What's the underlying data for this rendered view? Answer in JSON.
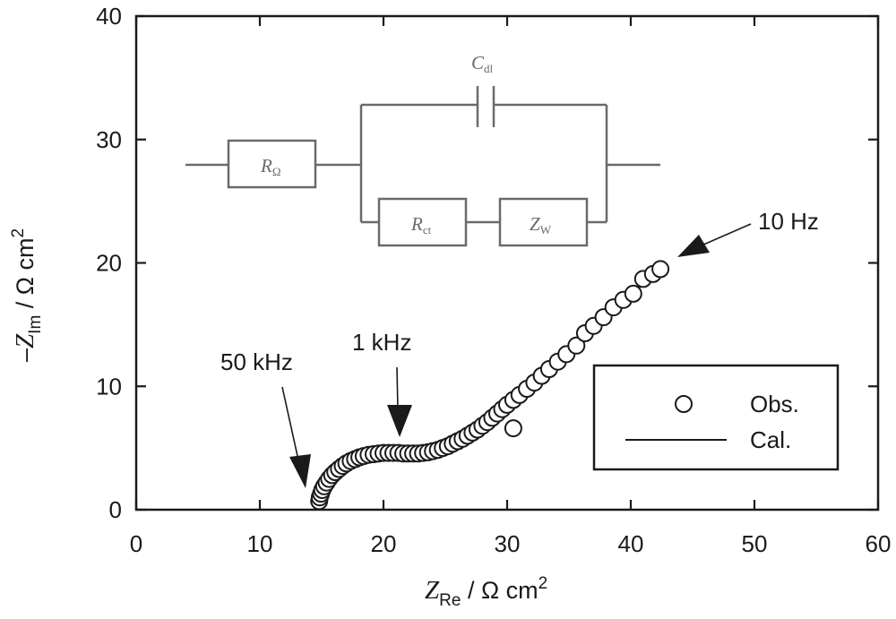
{
  "chart_data": {
    "type": "scatter",
    "xlabel": {
      "symbol": "Z",
      "subscript": "Re",
      "unit": " / Ω cm",
      "exp": "2"
    },
    "ylabel": {
      "prefix": "–",
      "symbol": "Z",
      "subscript": "Im",
      "unit": " / Ω cm",
      "exp": "2"
    },
    "xlim": [
      0,
      60
    ],
    "ylim": [
      0,
      40
    ],
    "x_ticks": [
      "0",
      "10",
      "20",
      "30",
      "40",
      "50",
      "60"
    ],
    "y_ticks": [
      "0",
      "10",
      "20",
      "30",
      "40"
    ],
    "grid": false,
    "legend": {
      "position": "bottom-right",
      "entries": [
        {
          "label": "Obs.",
          "marker": "open-circle"
        },
        {
          "label": "Cal.",
          "marker": "line"
        }
      ]
    },
    "series": [
      {
        "name": "Obs.",
        "marker": "open-circle",
        "points": [
          [
            14.8,
            0.7
          ],
          [
            14.85,
            1.0
          ],
          [
            14.95,
            1.3
          ],
          [
            15.05,
            1.6
          ],
          [
            15.2,
            1.9
          ],
          [
            15.4,
            2.2
          ],
          [
            15.6,
            2.5
          ],
          [
            15.85,
            2.8
          ],
          [
            16.1,
            3.05
          ],
          [
            16.4,
            3.3
          ],
          [
            16.7,
            3.55
          ],
          [
            17.0,
            3.75
          ],
          [
            17.35,
            3.95
          ],
          [
            17.7,
            4.1
          ],
          [
            18.05,
            4.25
          ],
          [
            18.4,
            4.35
          ],
          [
            18.8,
            4.45
          ],
          [
            19.2,
            4.5
          ],
          [
            19.6,
            4.55
          ],
          [
            20.0,
            4.6
          ],
          [
            20.4,
            4.6
          ],
          [
            20.8,
            4.6
          ],
          [
            21.2,
            4.6
          ],
          [
            21.6,
            4.55
          ],
          [
            22.0,
            4.55
          ],
          [
            22.4,
            4.55
          ],
          [
            22.8,
            4.55
          ],
          [
            23.2,
            4.6
          ],
          [
            23.6,
            4.65
          ],
          [
            24.0,
            4.75
          ],
          [
            24.4,
            4.85
          ],
          [
            24.8,
            5.0
          ],
          [
            25.2,
            5.15
          ],
          [
            25.6,
            5.35
          ],
          [
            26.0,
            5.55
          ],
          [
            26.4,
            5.75
          ],
          [
            26.8,
            6.0
          ],
          [
            27.2,
            6.25
          ],
          [
            27.6,
            6.5
          ],
          [
            28.0,
            6.8
          ],
          [
            28.4,
            7.1
          ],
          [
            28.8,
            7.45
          ],
          [
            29.2,
            7.8
          ],
          [
            29.6,
            8.15
          ],
          [
            30.0,
            8.5
          ],
          [
            30.5,
            8.9
          ],
          [
            31.0,
            9.3
          ],
          [
            31.6,
            9.8
          ],
          [
            32.2,
            10.3
          ],
          [
            32.8,
            10.85
          ],
          [
            33.4,
            11.4
          ],
          [
            34.1,
            12.0
          ],
          [
            34.8,
            12.6
          ],
          [
            35.6,
            13.3
          ],
          [
            36.3,
            14.3
          ],
          [
            37.0,
            14.9
          ],
          [
            37.8,
            15.6
          ],
          [
            38.6,
            16.4
          ],
          [
            39.4,
            17.0
          ],
          [
            40.2,
            17.5
          ],
          [
            41.0,
            18.7
          ],
          [
            41.8,
            19.1
          ],
          [
            42.4,
            19.5
          ],
          [
            30.5,
            6.6
          ]
        ]
      },
      {
        "name": "Cal.",
        "marker": "line",
        "points": [
          [
            14.75,
            0.5
          ],
          [
            15.0,
            1.4
          ],
          [
            15.5,
            2.4
          ],
          [
            16.2,
            3.2
          ],
          [
            17.2,
            3.85
          ],
          [
            18.4,
            4.3
          ],
          [
            19.8,
            4.55
          ],
          [
            21.2,
            4.6
          ],
          [
            22.6,
            4.55
          ],
          [
            23.8,
            4.65
          ],
          [
            25.0,
            5.05
          ],
          [
            26.4,
            5.75
          ],
          [
            27.8,
            6.65
          ],
          [
            29.2,
            7.8
          ],
          [
            30.6,
            8.95
          ],
          [
            32.2,
            10.3
          ],
          [
            34.0,
            11.9
          ],
          [
            36.0,
            13.8
          ],
          [
            38.0,
            15.8
          ],
          [
            40.2,
            17.6
          ],
          [
            42.4,
            19.5
          ]
        ]
      }
    ],
    "annotations": [
      {
        "text": "50 kHz",
        "target": [
          14.8,
          0.7
        ]
      },
      {
        "text": "1 kHz",
        "target": [
          21.9,
          4.8
        ]
      },
      {
        "text": "10 Hz",
        "target": [
          43.0,
          20.0
        ]
      }
    ]
  },
  "circuit": {
    "r_ohm": {
      "symbol": "R",
      "subscript": "Ω"
    },
    "c_dl": {
      "symbol": "C",
      "subscript": "dl"
    },
    "r_ct": {
      "symbol": "R",
      "subscript": "ct"
    },
    "z_w": {
      "symbol": "Z",
      "subscript": "W"
    }
  },
  "colors": {
    "ink": "#1a1a1a",
    "circuit": "#6a6a6a",
    "marker_fill": "#ffffff"
  }
}
